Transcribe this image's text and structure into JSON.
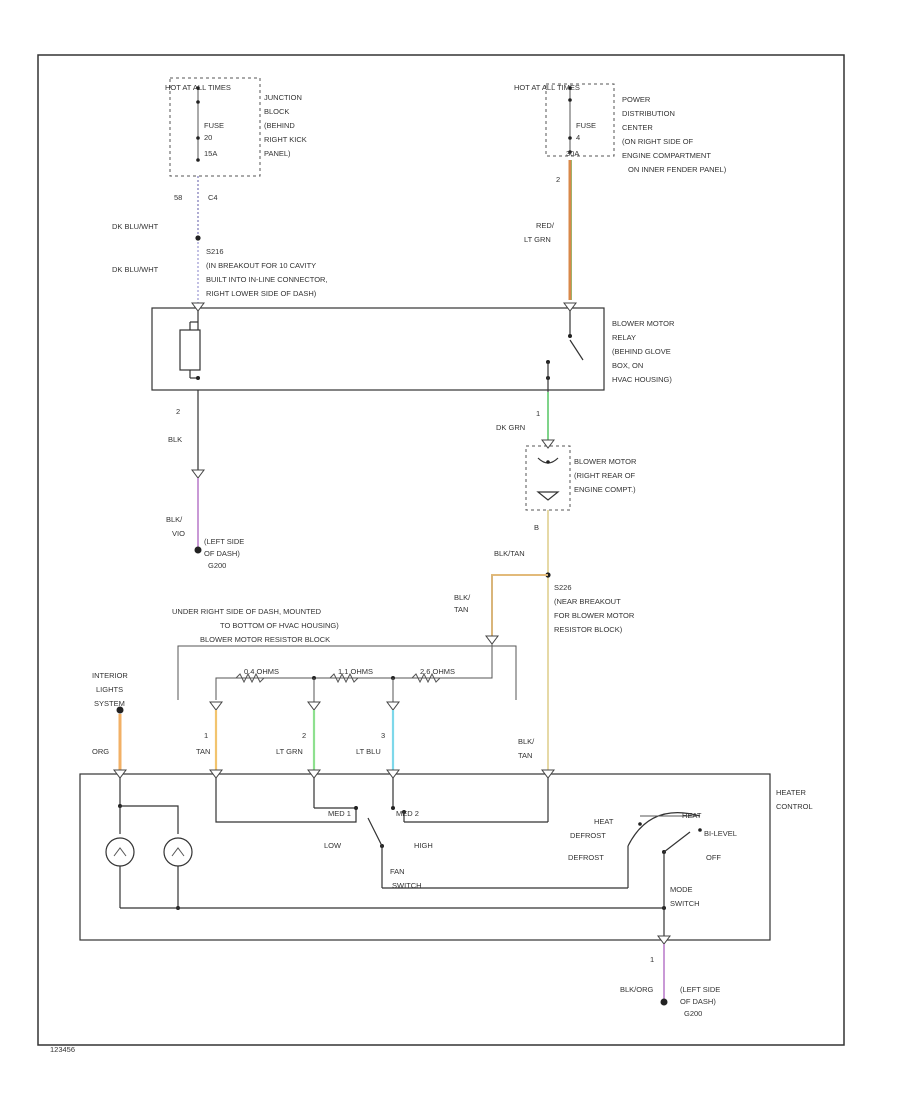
{
  "fuse_block_left": {
    "hot_label": "HOT AT ALL TIMES",
    "fuse_label": "FUSE",
    "fuse_number": "20",
    "fuse_amps": "15A",
    "location_lines": [
      "JUNCTION",
      "BLOCK",
      "(BEHIND",
      "RIGHT KICK",
      "PANEL)"
    ],
    "pin": "58",
    "connector": "C4"
  },
  "fuse_block_right": {
    "hot_label": "HOT AT ALL TIMES",
    "fuse_label": "FUSE",
    "fuse_number": "4",
    "fuse_amps": "30A",
    "location_lines": [
      "POWER",
      "DISTRIBUTION",
      "CENTER",
      "(ON RIGHT SIDE OF",
      "ENGINE COMPARTMENT",
      "ON INNER FENDER PANEL)"
    ],
    "pin": "2"
  },
  "wires": {
    "dk_blu_wht_1": "DK BLU/WHT",
    "dk_blu_wht_2": "DK BLU/WHT",
    "red_lt_grn_1": "RED/",
    "red_lt_grn_2": "LT GRN",
    "blk": "BLK",
    "blk_vio_1": "BLK/",
    "blk_vio_2": "VIO",
    "dk_grn": "DK GRN",
    "blk_tan_top": "BLK/TAN",
    "blk_tan_left_1": "BLK/",
    "blk_tan_left_2": "TAN",
    "blk_tan_right_1": "BLK/",
    "blk_tan_right_2": "TAN",
    "org": "ORG",
    "tan": "TAN",
    "lt_grn": "LT GRN",
    "lt_blu": "LT BLU",
    "blk_org": "BLK/ORG"
  },
  "splice_s216": {
    "id": "S216",
    "desc_lines": [
      "(IN BREAKOUT FOR 10 CAVITY",
      "BUILT INTO IN-LINE CONNECTOR,",
      "RIGHT LOWER SIDE OF DASH)"
    ]
  },
  "relay": {
    "lines": [
      "BLOWER MOTOR",
      "RELAY",
      "(BEHIND GLOVE",
      "BOX, ON",
      "HVAC HOUSING)"
    ],
    "pin_left": "2",
    "pin_right": "1"
  },
  "ground_left": {
    "lines": [
      "(LEFT SIDE",
      "OF DASH)",
      "G200"
    ]
  },
  "blower_motor": {
    "lines": [
      "BLOWER MOTOR",
      "(RIGHT REAR OF",
      "ENGINE COMPT.)"
    ],
    "pin": "B"
  },
  "splice_s226": {
    "id": "S226",
    "desc_lines": [
      "(NEAR BREAKOUT",
      "FOR BLOWER MOTOR",
      "RESISTOR BLOCK)"
    ]
  },
  "resistor_block": {
    "location_lines": [
      "UNDER RIGHT SIDE OF DASH, MOUNTED",
      "TO BOTTOM OF HVAC HOUSING)"
    ],
    "title": "BLOWER MOTOR RESISTOR BLOCK",
    "r1": "0.4 OHMS",
    "r2": "1.1 OHMS",
    "r3": "2.6 OHMS"
  },
  "interior_lights": {
    "lines": [
      "INTERIOR",
      "LIGHTS",
      "SYSTEM"
    ]
  },
  "heater_control": {
    "title_lines": [
      "HEATER",
      "CONTROL"
    ],
    "pins": [
      "1",
      "2",
      "3"
    ],
    "fan_switch_lines": [
      "FAN",
      "SWITCH"
    ],
    "fan_positions": [
      "MED 1",
      "MED 2",
      "LOW",
      "HIGH"
    ],
    "mode_labels": [
      "HEAT",
      "DEFROST",
      "HEAT",
      "BI-LEVEL",
      "DEFROST",
      "OFF"
    ],
    "mode_switch_lines": [
      "MODE",
      "SWITCH"
    ]
  },
  "ground_right": {
    "pin": "1",
    "lines": [
      "(LEFT SIDE",
      "OF DASH)",
      "G200"
    ]
  },
  "figure_id": "123456"
}
